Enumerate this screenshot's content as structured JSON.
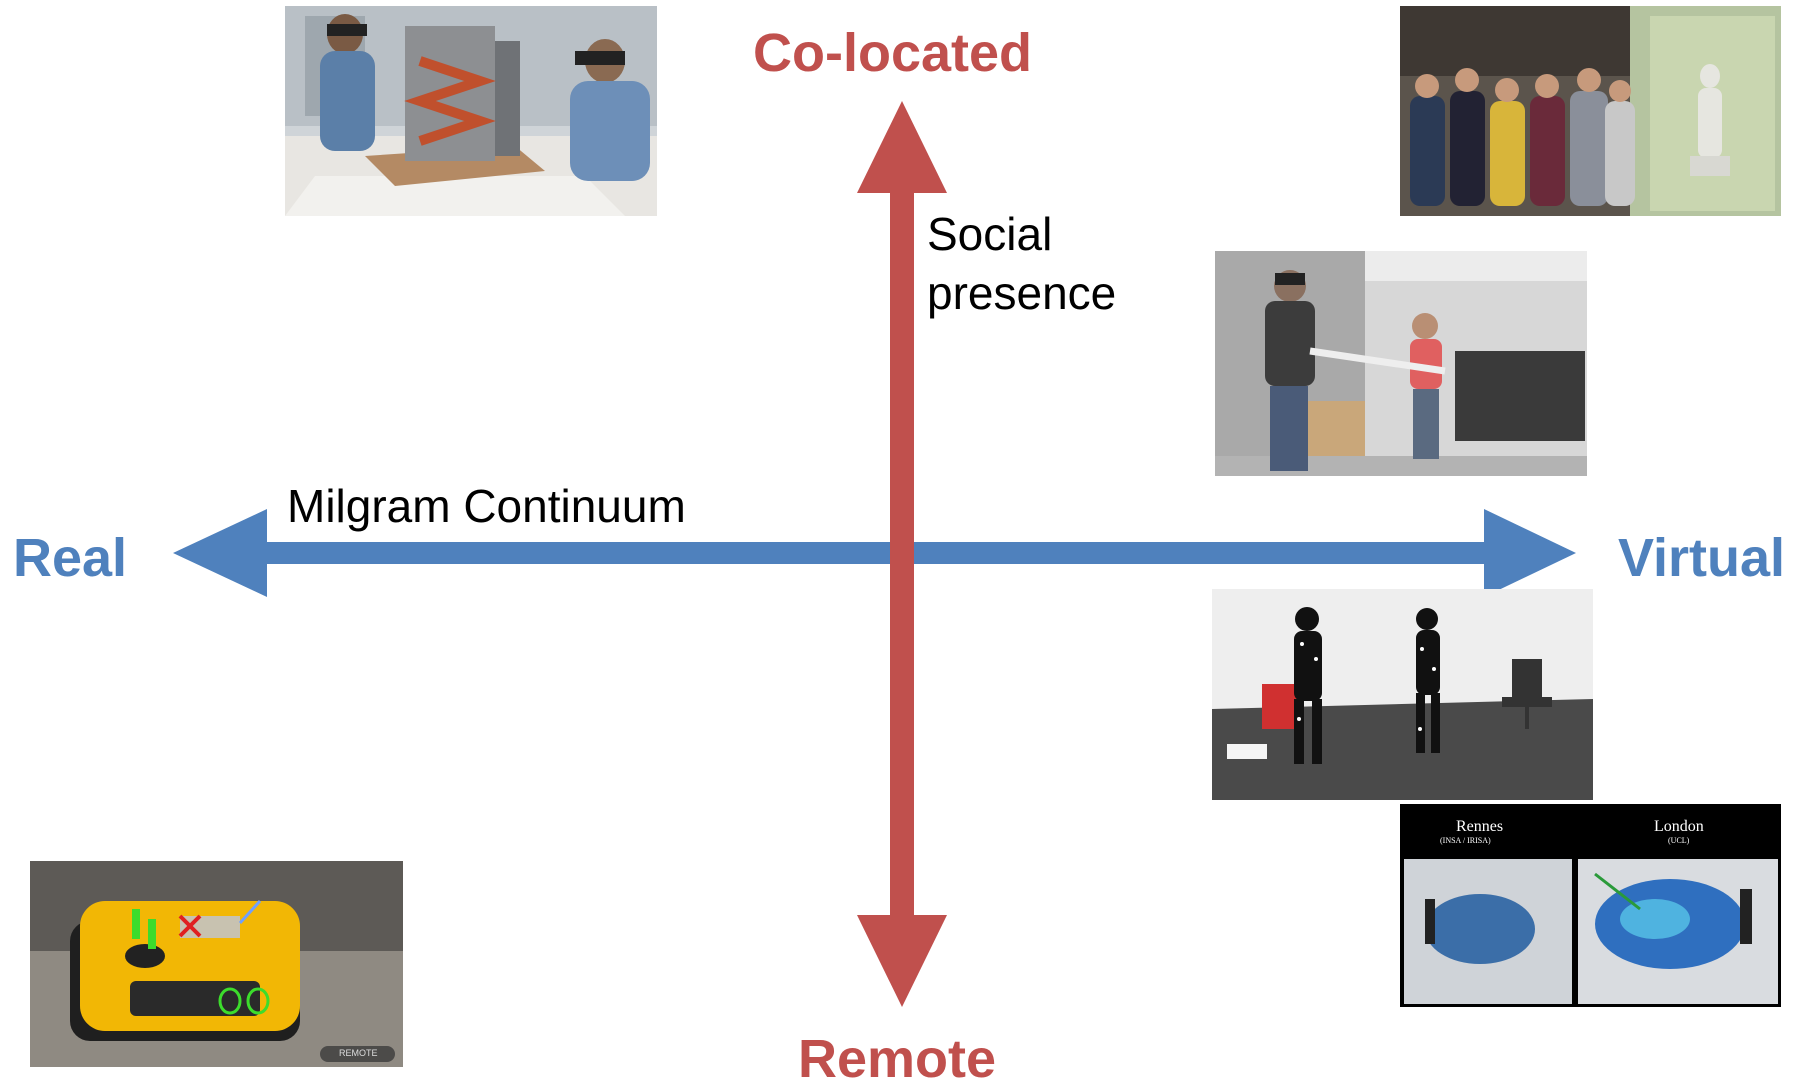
{
  "labels": {
    "top": "Co-located",
    "bottom": "Remote",
    "left": "Real",
    "right": "Virtual",
    "horizontal_axis": "Milgram Continuum",
    "vertical_axis": [
      "Social",
      "presence"
    ]
  },
  "photo_captions": {
    "split_left": "Rennes",
    "split_left_sub": "(INSA / IRISA)",
    "split_right": "London",
    "split_right_sub": "(UCL)",
    "watermark": "REMOTE"
  },
  "colors": {
    "vertical_arrow": "#c0504d",
    "horizontal_arrow": "#4f81bd"
  },
  "photos": [
    {
      "name": "photo-hololens-architecture",
      "subject": "people with AR headsets around building model"
    },
    {
      "name": "photo-cave-group",
      "subject": "group with VR headsets in front of statue display"
    },
    {
      "name": "photo-vr-lab-pole",
      "subject": "two users with VR headsets holding pole"
    },
    {
      "name": "photo-motion-capture",
      "subject": "two motion capture suits in white studio"
    },
    {
      "name": "photo-split-screen",
      "subject": "split screen Rennes and London immersive rooms"
    },
    {
      "name": "photo-generator-ar",
      "subject": "yellow generator with AR annotations"
    }
  ]
}
